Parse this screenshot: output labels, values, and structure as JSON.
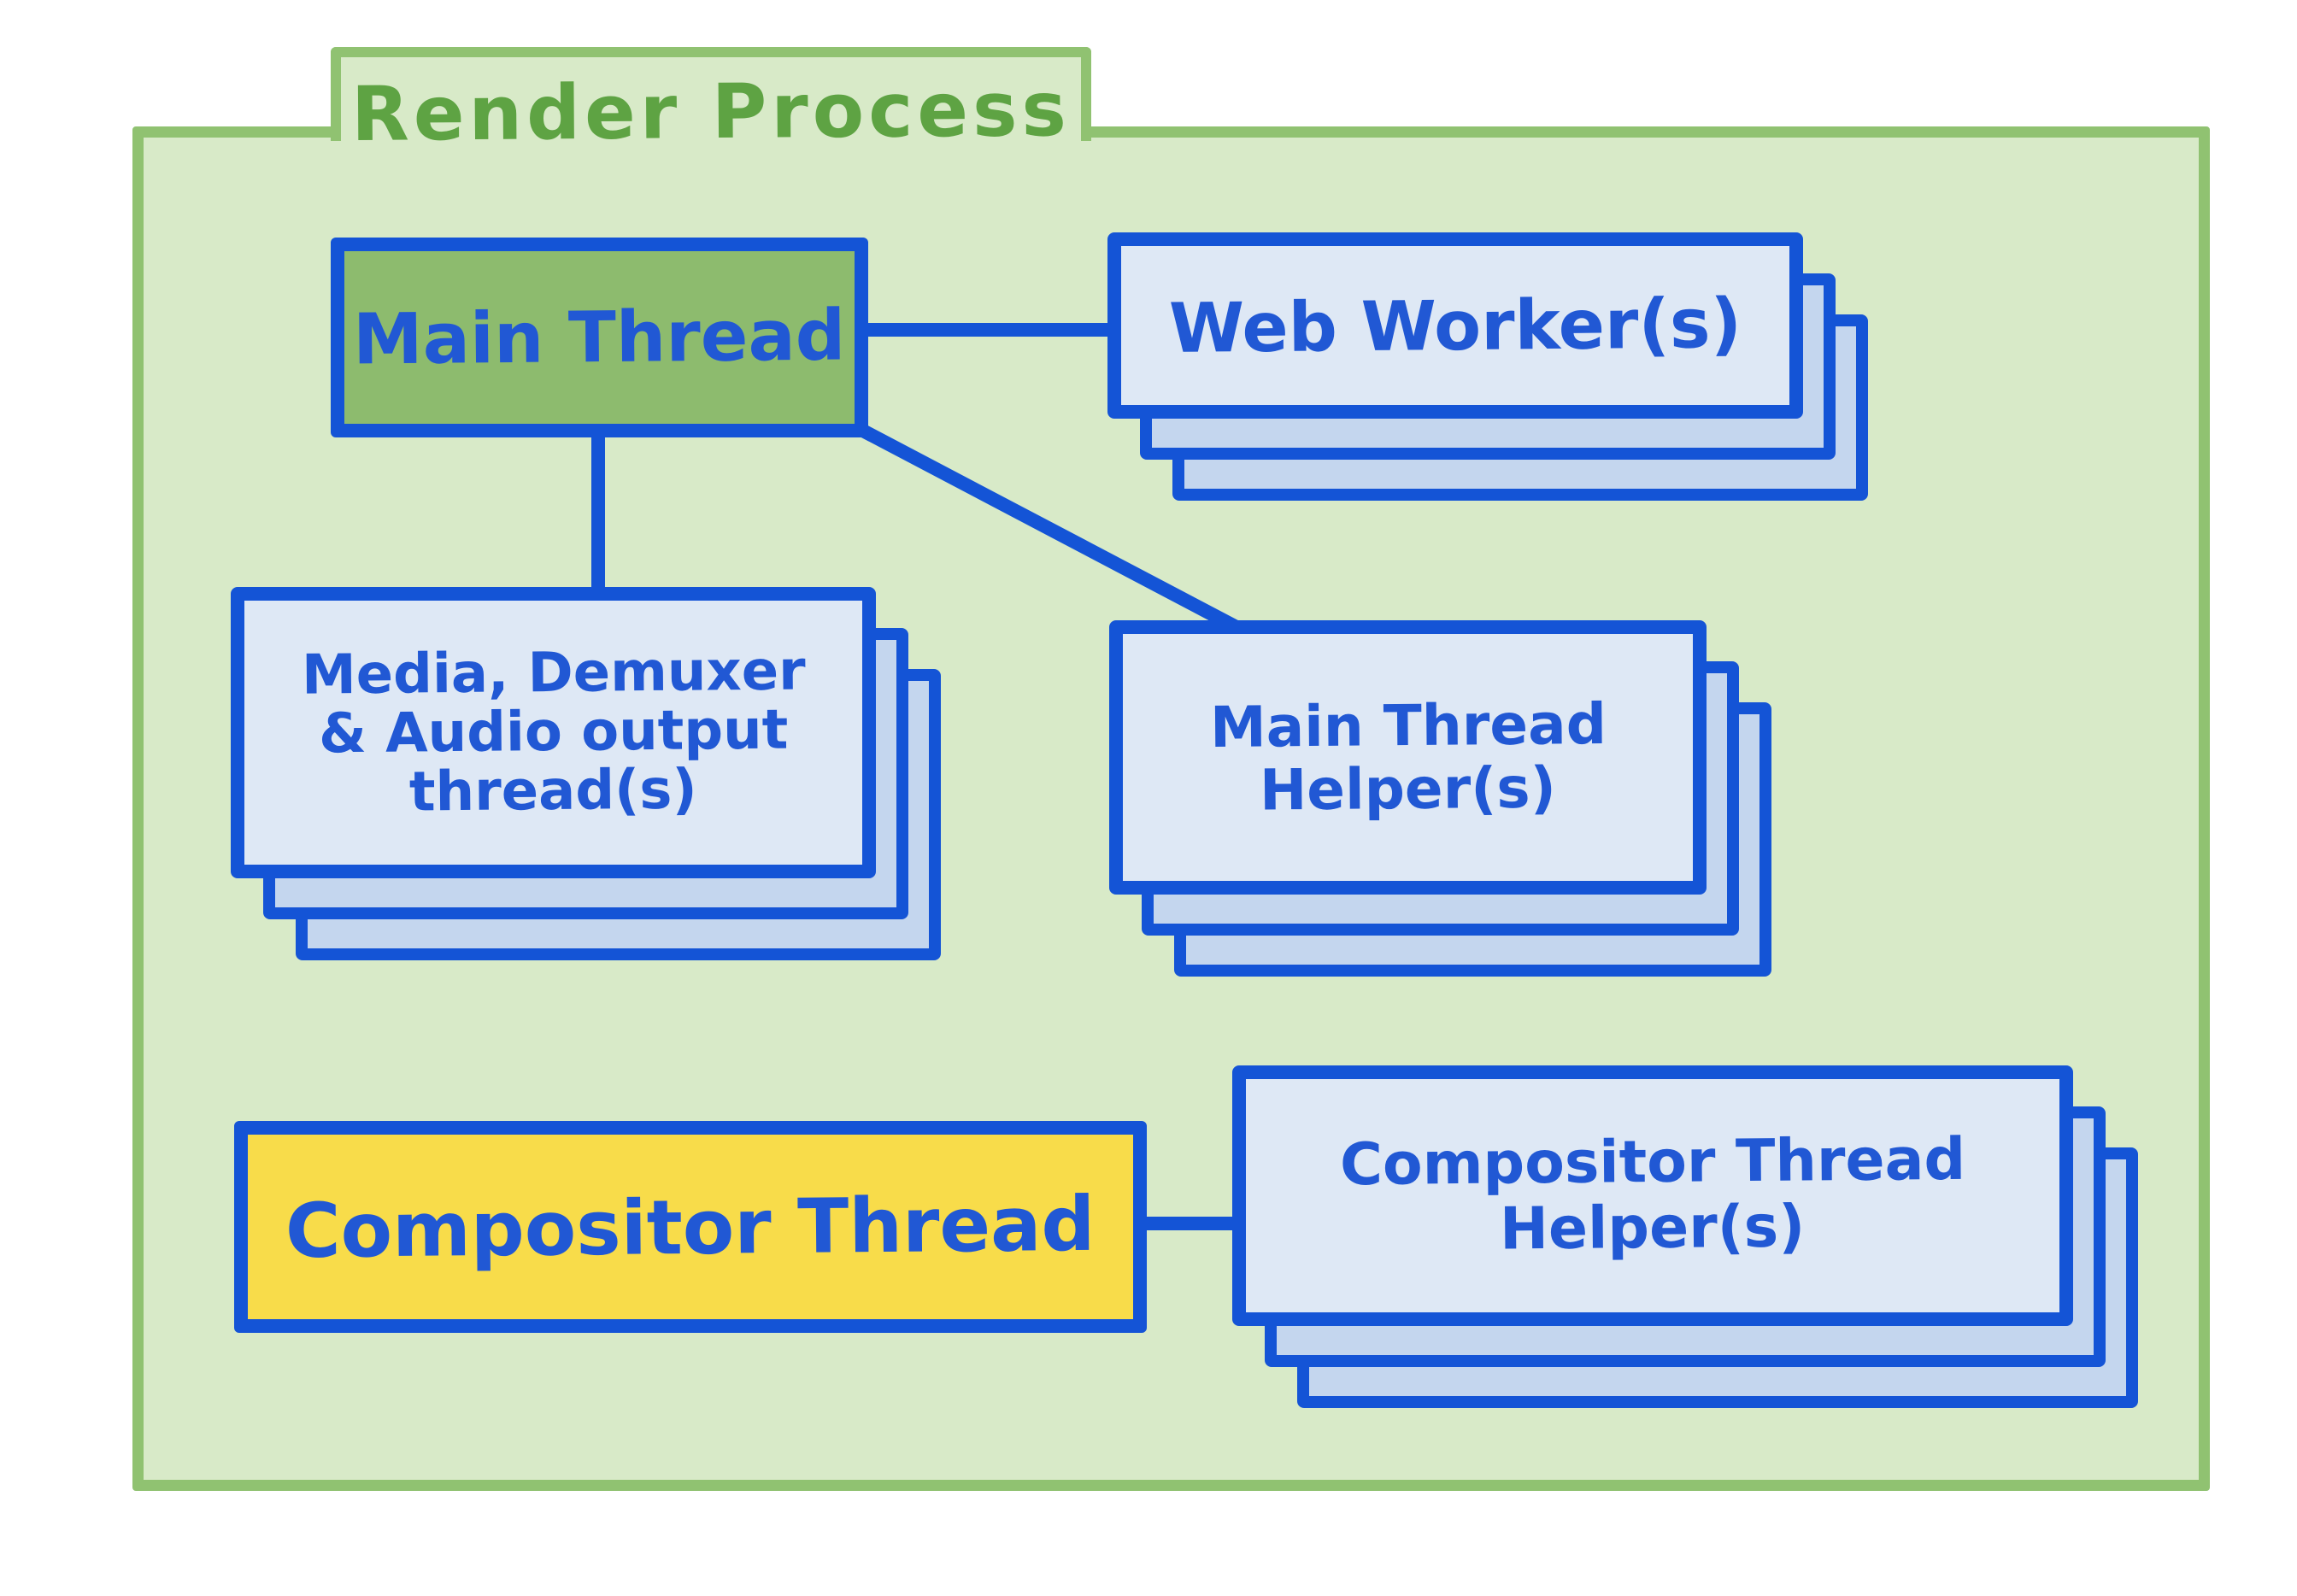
{
  "diagram": {
    "title": "Render Process",
    "nodes": {
      "main_thread": {
        "label": "Main Thread",
        "style": "solid-green"
      },
      "web_workers": {
        "label": "Web Worker(s)",
        "style": "stacked-cards"
      },
      "media_threads": {
        "lines": [
          "Media, Demuxer",
          "& Audio output",
          "thread(s)"
        ],
        "style": "stacked-cards"
      },
      "main_thread_helpers": {
        "lines": [
          "Main Thread",
          "Helper(s)"
        ],
        "style": "stacked-cards"
      },
      "compositor_thread": {
        "label": "Compositor Thread",
        "style": "solid-yellow"
      },
      "compositor_thread_helpers": {
        "lines": [
          "Compositor Thread",
          "Helper(s)"
        ],
        "style": "stacked-cards"
      }
    },
    "edges": [
      {
        "from": "main_thread",
        "to": "web_workers"
      },
      {
        "from": "main_thread",
        "to": "media_threads"
      },
      {
        "from": "main_thread",
        "to": "main_thread_helpers"
      },
      {
        "from": "compositor_thread",
        "to": "compositor_thread_helpers"
      }
    ],
    "colors": {
      "container_fill": "#d8eac8",
      "container_border": "#90c271",
      "title_text": "#5ea343",
      "connector_blue": "#1454d6",
      "label_blue": "#2158d4",
      "card_fill": "#dee8f5",
      "card_stack_fill": "#c4d6ee",
      "main_thread_fill": "#8dbb6e",
      "compositor_fill": "#f8dc4a"
    }
  }
}
